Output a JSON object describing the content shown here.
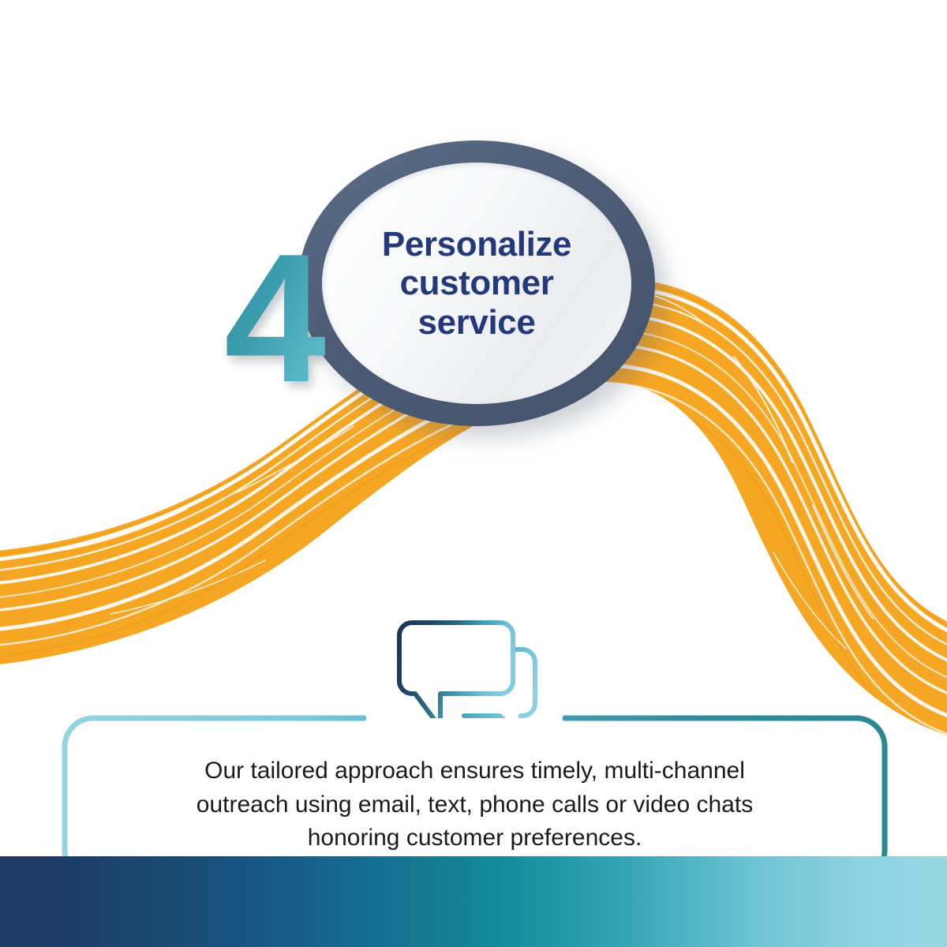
{
  "step": {
    "number": "4",
    "title_lines": [
      "Personalize",
      "customer",
      "service"
    ],
    "title_full": "Personalize customer service"
  },
  "icon": {
    "name": "chat-bubbles-icon",
    "description": "two overlapping speech bubbles"
  },
  "description": {
    "lines": [
      "Our tailored approach ensures timely, multi-channel",
      "outreach using email, text, phone calls or video chats",
      "honoring customer preferences."
    ],
    "full": "Our tailored approach ensures timely, multi-channel outreach using email, text, phone calls or video chats honoring customer preferences."
  },
  "colors": {
    "title_navy": "#23397a",
    "step_number_teal": "#3a9dad",
    "oval_ring_slate": "#4c5c76",
    "oval_fill": "#f4f5f6",
    "ribbon_orange": "#f5a623",
    "card_border_light": "#8ed2e0",
    "card_border_teal": "#2e8896",
    "icon_dark_navy": "#1f3a62",
    "icon_light_cyan": "#7fc8dc",
    "bottom_bar_left": "#1d3c68",
    "bottom_bar_right": "#95d6e3",
    "body_text": "#1a1a1a",
    "background": "#ffffff"
  }
}
